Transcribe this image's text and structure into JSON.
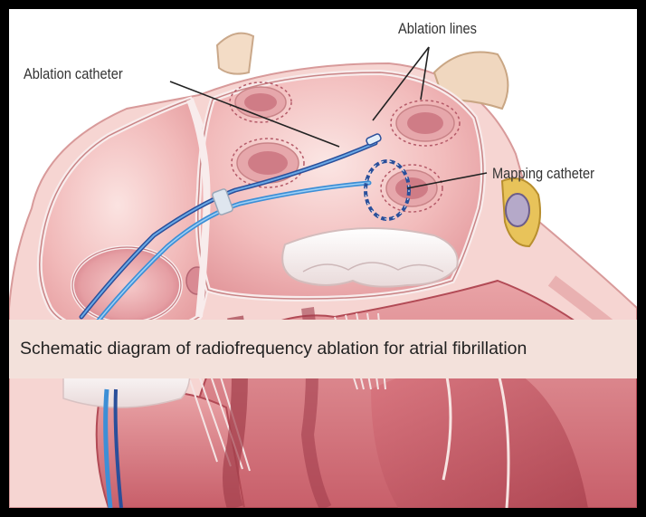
{
  "labels": {
    "ablation_catheter": "Ablation catheter",
    "ablation_lines": "Ablation lines",
    "mapping_catheter": "Mapping catheter"
  },
  "caption": "Schematic diagram of radiofrequency ablation for atrial fibrillation",
  "colors": {
    "frame": "#000000",
    "tissue_light": "#f4c9c8",
    "tissue_mid": "#e79a9c",
    "tissue_dark": "#c7555f",
    "catheter_blue": "#3d8fd6",
    "catheter_dark": "#2a4f9a",
    "caption_bg": "#f3e1db",
    "valve_white": "#f7f3f3"
  }
}
